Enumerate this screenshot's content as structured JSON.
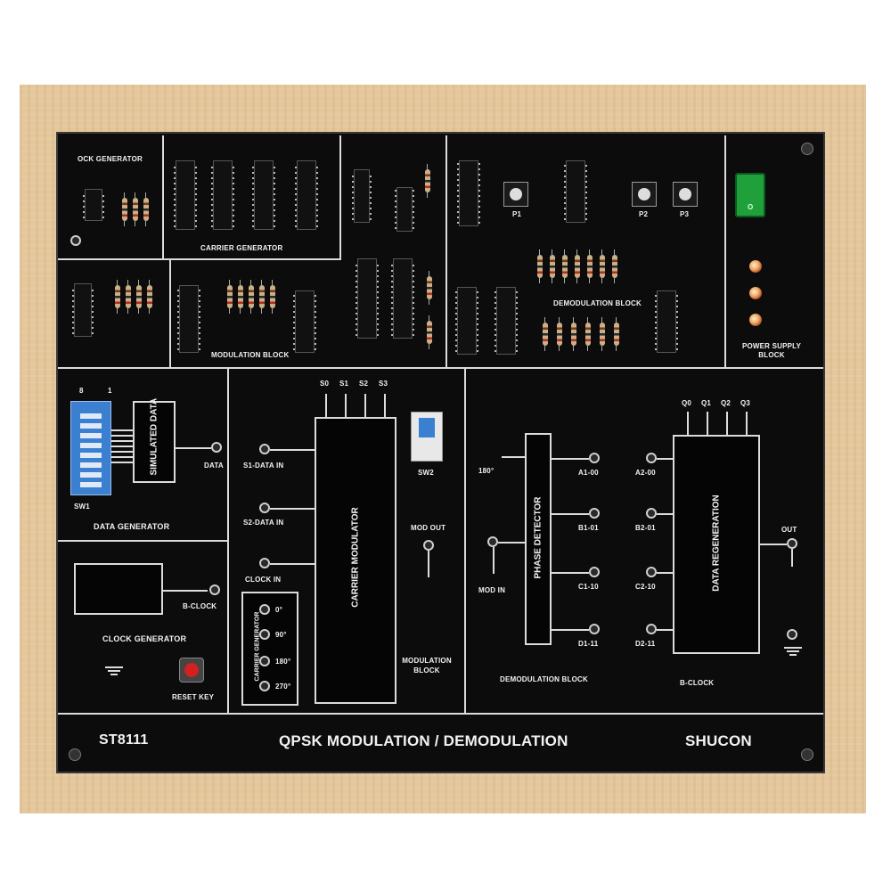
{
  "board": {
    "model": "ST8111",
    "title": "QPSK MODULATION / DEMODULATION",
    "brand": "SHUCON"
  },
  "top_sections": {
    "clock_generator": "OCK GENERATOR",
    "carrier_generator": "CARRIER GENERATOR",
    "modulation_block": "MODULATION BLOCK",
    "demodulation_block": "DEMODULATION BLOCK",
    "power_supply": "POWER SUPPLY BLOCK",
    "switch_label": "O",
    "pot_labels": [
      "P1",
      "P2",
      "P3"
    ]
  },
  "data_generator": {
    "title": "DATA GENERATOR",
    "switch_label": "SW1",
    "dip_left": "8",
    "dip_right": "1",
    "block": "SIMULATED DATA",
    "output": "DATA"
  },
  "clock_generator": {
    "title": "CLOCK GENERATOR",
    "output": "B-CLOCK",
    "reset": "RESET KEY"
  },
  "modulation": {
    "inputs": [
      "S1-DATA IN",
      "S2-DATA IN",
      "CLOCK IN"
    ],
    "select_pins": [
      "S0",
      "S1",
      "S2",
      "S3"
    ],
    "block": "CARRIER MODULATOR",
    "carrier_title": "CARRIER GENERATOR",
    "phases": [
      "0°",
      "90°",
      "180°",
      "270°"
    ],
    "switch": "SW2",
    "output": "MOD OUT",
    "section": "MODULATION BLOCK"
  },
  "demodulation": {
    "ref": "180°",
    "input": "MOD IN",
    "detector": "PHASE DETECTOR",
    "outputs": [
      "A1-00",
      "B1-01",
      "C1-10",
      "D1-11"
    ],
    "inputs": [
      "A2-00",
      "B2-01",
      "C2-10",
      "D2-11"
    ],
    "regen": "DATA REGENERATION",
    "q_pins": [
      "Q0",
      "Q1",
      "Q2",
      "Q3"
    ],
    "output": "OUT",
    "section": "DEMODULATION BLOCK",
    "clock": "B-CLOCK"
  },
  "colors": {
    "wood": "#e5c79c",
    "panel": "#0c0c0c",
    "silkscreen": "#dcdcdc",
    "power_switch": "#1fa03a",
    "dip_switch": "#3a7fd0",
    "reset_button": "#d42020"
  }
}
